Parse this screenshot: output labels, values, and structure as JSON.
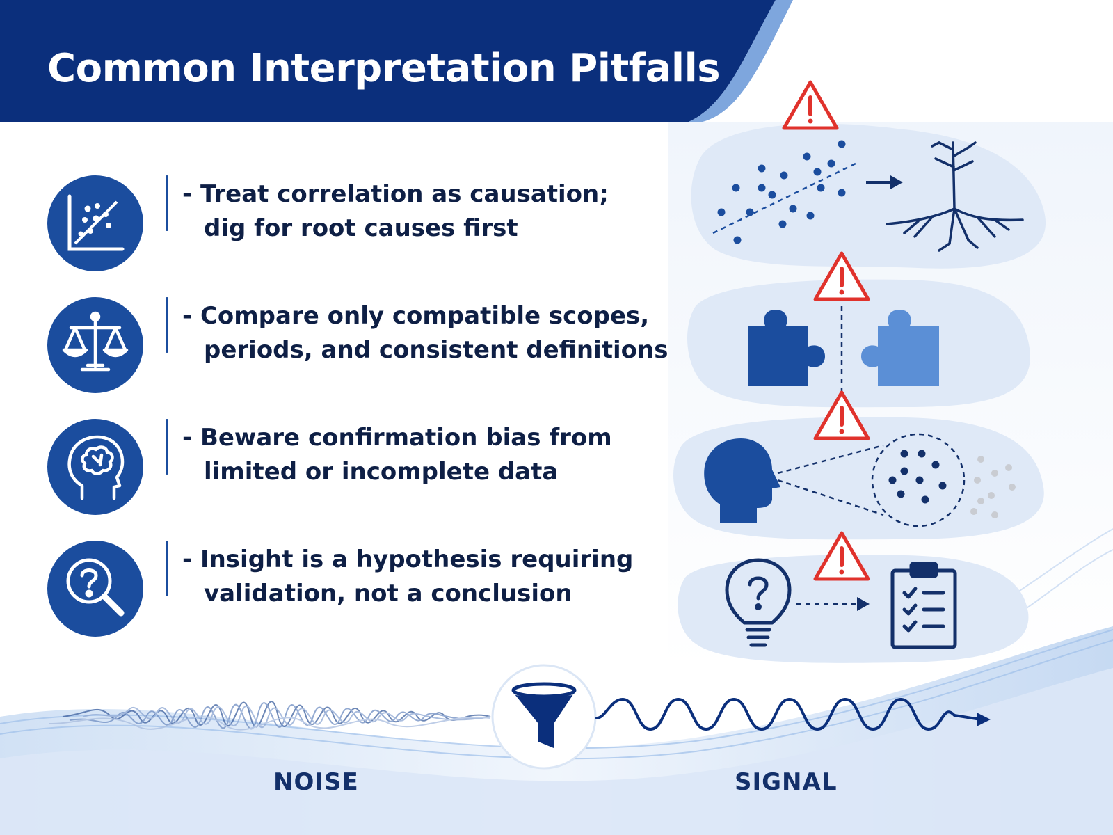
{
  "header": {
    "title": "Common Interpretation Pitfalls"
  },
  "pitfalls": [
    {
      "line1": "- Treat correlation as causation;",
      "line2": "dig for root causes first",
      "icon": "scatter-trend-icon"
    },
    {
      "line1": "- Compare only compatible scopes,",
      "line2": "periods, and consistent definitions",
      "icon": "balance-scale-icon"
    },
    {
      "line1": "- Beware confirmation bias from",
      "line2": "limited or incomplete data",
      "icon": "brain-head-icon"
    },
    {
      "line1": "- Insight is a hypothesis requiring",
      "line2": "validation, not a conclusion",
      "icon": "question-magnifier-icon"
    }
  ],
  "flow": {
    "noise_label": "NOISE",
    "signal_label": "SIGNAL"
  },
  "colors": {
    "header_navy": "#0b2f7c",
    "icon_blue": "#1b4d9e",
    "text_dark": "#0e1f45",
    "warning_red": "#e0322c",
    "puzzle_light": "#5b8fd6"
  }
}
